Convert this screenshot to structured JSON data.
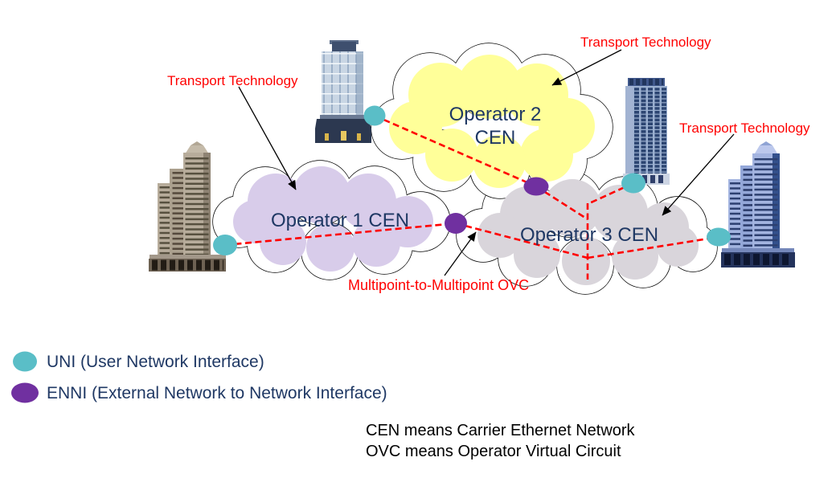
{
  "diagram": {
    "clouds": [
      {
        "name": "Operator 1 CEN",
        "label": "Operator 1 CEN",
        "fill": "#D8CCEA"
      },
      {
        "name": "Operator 2 CEN",
        "label_line1": "Operator 2",
        "label_line2": "CEN",
        "fill": "#FFFF99"
      },
      {
        "name": "Operator 3 CEN",
        "label": "Operator 3 CEN",
        "fill": "#D9D5DB"
      }
    ],
    "annotations": {
      "transport_technology": "Transport Technology",
      "multipoint_ovc": "Multipoint-to-Multipoint OVC"
    },
    "colors": {
      "uni_dot": "#5ABEC7",
      "enni_dot": "#7030A0",
      "ovc_line": "#FF0000",
      "annotation_text": "#FF0000",
      "cloud_label_text": "#1F3864",
      "cloud_outline": "#000000"
    }
  },
  "legend": {
    "items": [
      {
        "label": "UNI (User Network Interface)",
        "color": "#5ABEC7"
      },
      {
        "label": "ENNI (External Network to Network Interface)",
        "color": "#7030A0"
      }
    ]
  },
  "footnotes": [
    "CEN means Carrier Ethernet Network",
    "OVC means Operator Virtual Circuit"
  ]
}
